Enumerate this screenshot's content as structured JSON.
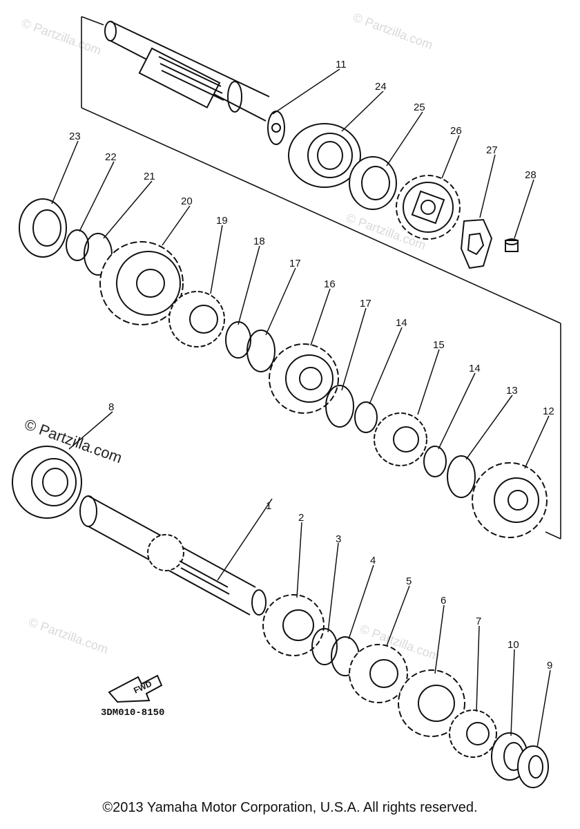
{
  "callouts": [
    "1",
    "2",
    "3",
    "4",
    "5",
    "6",
    "7",
    "8",
    "9",
    "10",
    "11",
    "12",
    "13",
    "14",
    "14",
    "15",
    "16",
    "17",
    "17",
    "18",
    "19",
    "20",
    "21",
    "22",
    "23",
    "24",
    "25",
    "26",
    "27",
    "28"
  ],
  "watermark": "© Partzilla.com",
  "part_code": "3DM010-8150",
  "fwd_label": "FWD",
  "copyright": "©2013 Yamaha Motor Corporation, U.S.A. All rights reserved."
}
